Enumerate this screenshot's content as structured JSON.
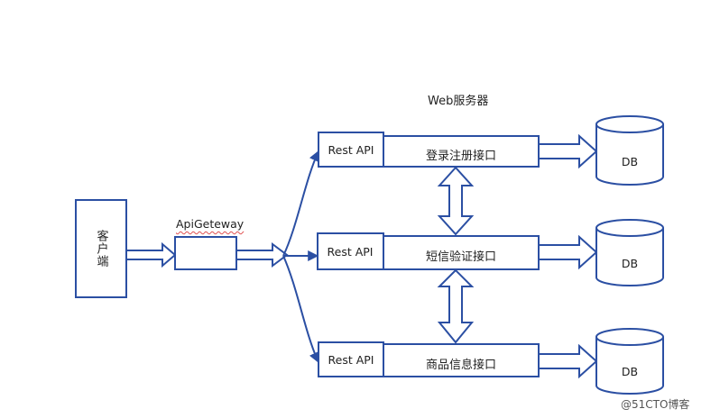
{
  "diagram": {
    "server_title": "Web服务器",
    "client": {
      "label": "客户端"
    },
    "gateway": {
      "label": "ApiGeteway"
    },
    "rows": [
      {
        "rest_label": "Rest API",
        "interface_label": "登录注册接口",
        "db_label": "DB"
      },
      {
        "rest_label": "Rest API",
        "interface_label": "短信验证接口",
        "db_label": "DB"
      },
      {
        "rest_label": "Rest API",
        "interface_label": "商品信息接口",
        "db_label": "DB"
      }
    ],
    "watermark": "@51CTO博客",
    "colors": {
      "stroke": "#2b4fa3",
      "fill": "#ffffff",
      "text": "#222222"
    }
  }
}
